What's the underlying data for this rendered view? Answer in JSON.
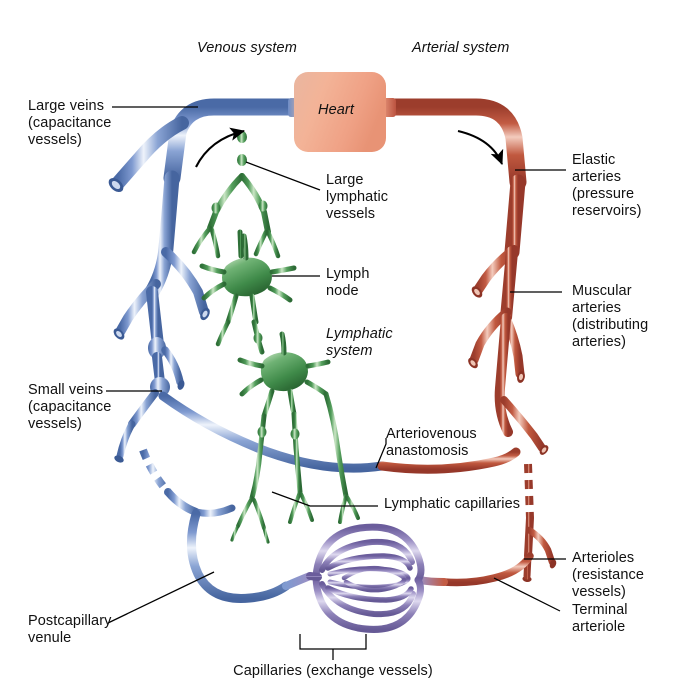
{
  "figure": {
    "title_venous": "Venous system",
    "title_arterial": "Arterial system",
    "heart_label": "Heart",
    "lymphatic_system_label": "Lymphatic\nsystem"
  },
  "labels": {
    "large_veins": "Large veins\n(capacitance\nvessels)",
    "small_veins": "Small veins\n(capacitance\nvessels)",
    "postcapillary_venule": "Postcapillary\nvenule",
    "large_lymphatic_vessels": "Large\nlymphatic\nvessels",
    "lymph_node": "Lymph\nnode",
    "lymphatic_capillaries": "Lymphatic capillaries",
    "arteriovenous_anastomosis": "Arteriovenous\nanastomosis",
    "elastic_arteries": "Elastic\narteries\n(pressure\nreservoirs)",
    "muscular_arteries": "Muscular\narteries\n(distributing\narteries)",
    "arterioles": "Arterioles\n(resistance\nvessels)",
    "terminal_arteriole": "Terminal\narteriole",
    "capillaries": "Capillaries (exchange vessels)"
  },
  "colors": {
    "vein_light": "#eef3fb",
    "vein_mid": "#8aa4d4",
    "vein_dark": "#4a6aa6",
    "artery_light": "#f3cbbd",
    "artery_mid": "#c35c44",
    "artery_dark": "#9c3d2c",
    "lymph_light": "#d9ecd5",
    "lymph_mid": "#4f9a58",
    "lymph_dark": "#2f7038",
    "capillary_light": "#ded9ef",
    "capillary_mid": "#8d81b8",
    "capillary_dark": "#6b5d9c",
    "heart_fill": "#f0a98c",
    "leader_line": "#000000",
    "text": "#111111"
  },
  "icons": {
    "flow_arrow_venous": "curved-arrow-icon",
    "flow_arrow_arterial": "curved-arrow-icon",
    "capillary_bracket": "bracket-icon"
  }
}
